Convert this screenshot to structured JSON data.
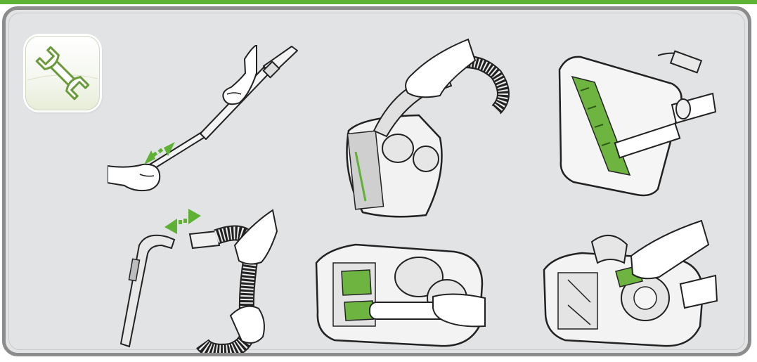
{
  "page": {
    "accent_color": "#5fb135",
    "panel_color": "#e2e3e5",
    "border_color": "#8c8c8c"
  },
  "badge": {
    "icon": "wrench-icon"
  },
  "illustrations": [
    {
      "id": "extend-wand",
      "icon": "telescopic-wand-illustration"
    },
    {
      "id": "attach-floor-tool",
      "icon": "floor-tool-hose-illustration"
    },
    {
      "id": "floor-tool-underside",
      "icon": "floor-tool-underside-illustration"
    },
    {
      "id": "detach-hose",
      "icon": "hose-separation-illustration"
    },
    {
      "id": "clear-blockage",
      "icon": "blockage-removal-illustration"
    },
    {
      "id": "open-brush-bar",
      "icon": "brush-bar-access-illustration"
    }
  ]
}
